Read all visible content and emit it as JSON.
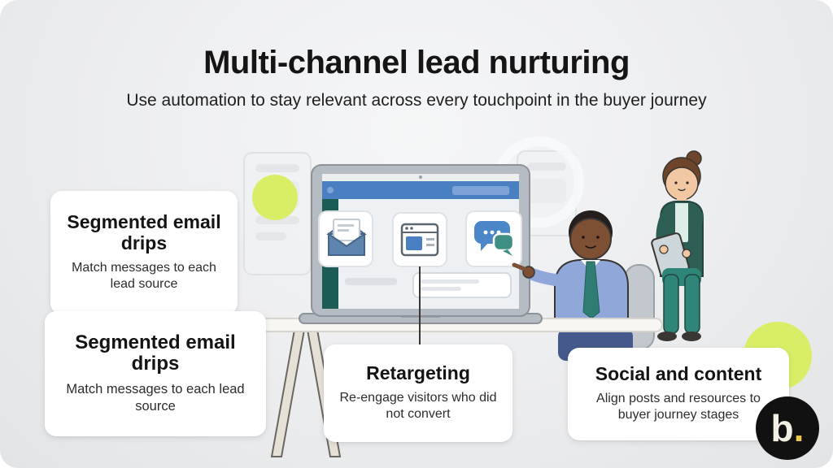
{
  "header": {
    "title": "Multi-channel lead nurturing",
    "subtitle": "Use automation to stay relevant across every touchpoint in the buyer journey"
  },
  "cards": [
    {
      "title": "Segmented email drips",
      "body": "Match messages to each lead source"
    },
    {
      "title": "Segmented email drips",
      "body": "Match messages to each lead source"
    },
    {
      "title": "Retargeting",
      "body": "Re-engage visitors who did not convert"
    },
    {
      "title": "Social and content",
      "body": "Align posts and resources to buyer journey stages"
    }
  ],
  "illustration": {
    "screen_icons": [
      "email-icon",
      "browser-window-icon",
      "chat-bubbles-icon"
    ]
  },
  "logo": {
    "text": "b",
    "dot": "."
  },
  "colors": {
    "accent_lime": "#d9ee66",
    "logo_background": "#111111",
    "logo_letter": "#f4efe3",
    "logo_dot": "#eac94b",
    "screen_header_blue": "#4a7fc1",
    "screen_sidebar_teal": "#1d5c55"
  }
}
